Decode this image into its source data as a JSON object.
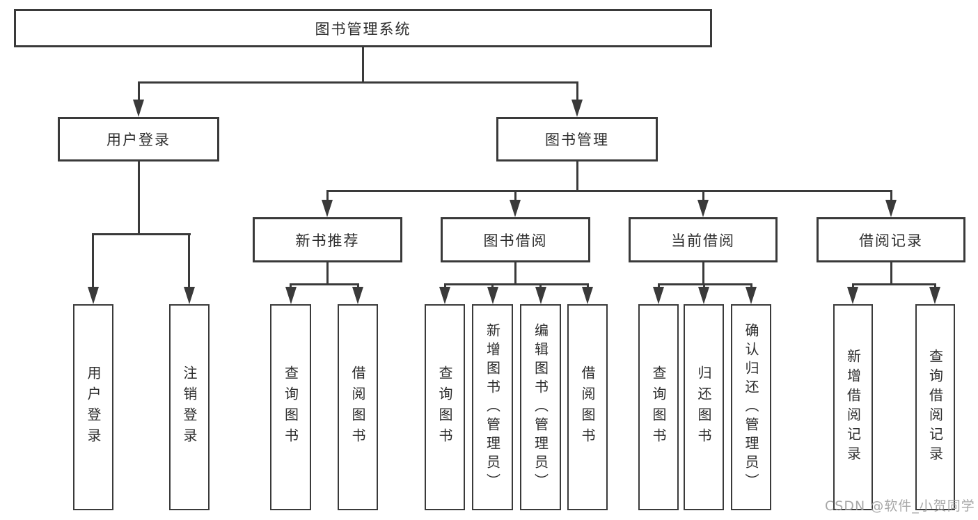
{
  "root": {
    "label": "图书管理系统"
  },
  "branches": {
    "user_login": {
      "label": "用户登录"
    },
    "book_mgmt": {
      "label": "图书管理"
    }
  },
  "modules": {
    "new_book_rec": {
      "label": "新书推荐"
    },
    "book_borrow": {
      "label": "图书借阅"
    },
    "current_borrow": {
      "label": "当前借阅"
    },
    "borrow_records": {
      "label": "借阅记录"
    }
  },
  "leaves": {
    "user_login": {
      "label": "用户登录"
    },
    "logout": {
      "label": "注销登录"
    },
    "query_books_rec": {
      "label": "查询图书"
    },
    "borrow_books_rec": {
      "label": "借阅图书"
    },
    "query_books_borrow": {
      "label": "查询图书"
    },
    "add_books_admin": {
      "label": "新增图书（管理员）"
    },
    "edit_books_admin": {
      "label": "编辑图书（管理员）"
    },
    "borrow_books_borrow": {
      "label": "借阅图书"
    },
    "query_books_current": {
      "label": "查询图书"
    },
    "return_books": {
      "label": "归还图书"
    },
    "confirm_return_admin": {
      "label": "确认归还（管理员）"
    },
    "add_borrow_record": {
      "label": "新增借阅记录"
    },
    "query_borrow_record": {
      "label": "查询借阅记录"
    }
  },
  "watermark": {
    "text": "CSDN @软件_小贺同学"
  },
  "colors": {
    "line": "#3a3a3a",
    "text": "#2d2d2d",
    "watermark": "#9e9e9e",
    "background": "#ffffff"
  }
}
